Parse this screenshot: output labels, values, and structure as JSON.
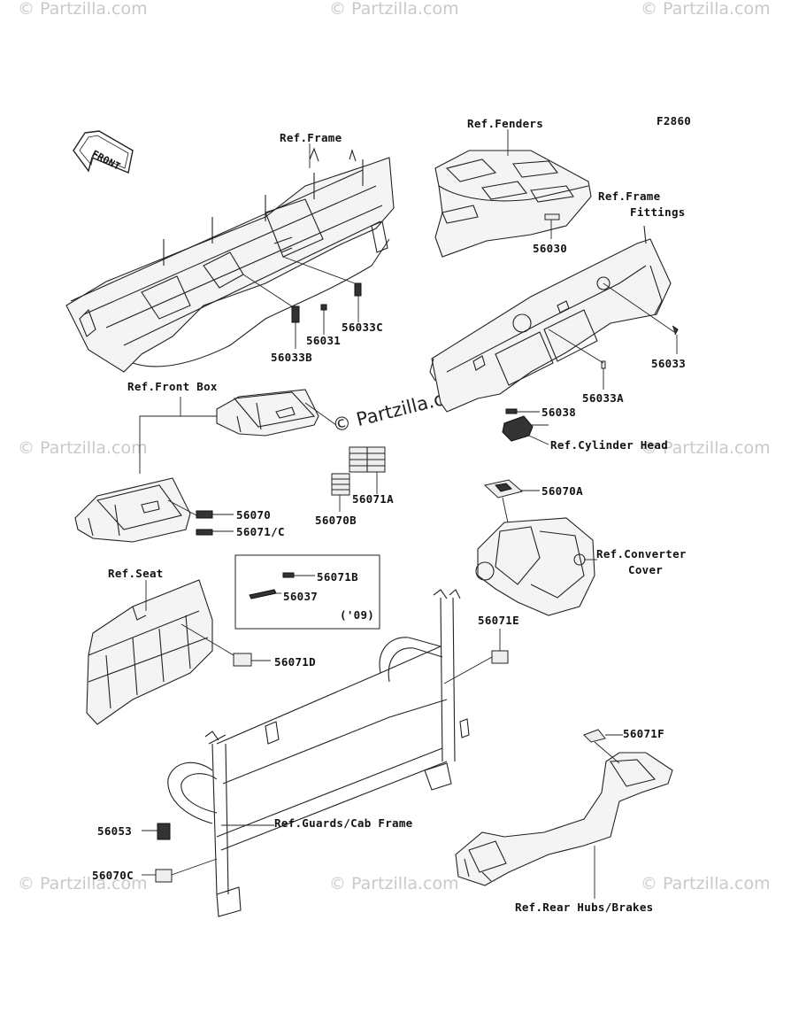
{
  "figure_code": "F2860",
  "watermark": "© Partzilla.com",
  "watermark_center": "© Partzilla.com",
  "front_arrow_label": "FRONT",
  "ref_labels": {
    "frame": "Ref.Frame",
    "fenders": "Ref.Fenders",
    "frame_fittings_1": "Ref.Frame",
    "frame_fittings_2": "Fittings",
    "front_box": "Ref.Front Box",
    "cylinder_head": "Ref.Cylinder Head",
    "converter_cover_1": "Ref.Converter",
    "converter_cover_2": "Cover",
    "seat": "Ref.Seat",
    "guards_cab_frame": "Ref.Guards/Cab Frame",
    "rear_hubs_brakes": "Ref.Rear Hubs/Brakes"
  },
  "part_numbers": {
    "p56030": "56030",
    "p56033C": "56033C",
    "p56031": "56031",
    "p56033B": "56033B",
    "p56033": "56033",
    "p56033A": "56033A",
    "p56038": "56038",
    "p56071A": "56071A",
    "p56070B": "56070B",
    "p56070": "56070",
    "p56071C": "56071/C",
    "p56070A": "56070A",
    "p56071B": "56071B",
    "p56037": "56037",
    "p56071E": "56071E",
    "p56071D": "56071D",
    "p56071F": "56071F",
    "p56053": "56053",
    "p56070C": "56070C"
  },
  "box_note": "('09)"
}
